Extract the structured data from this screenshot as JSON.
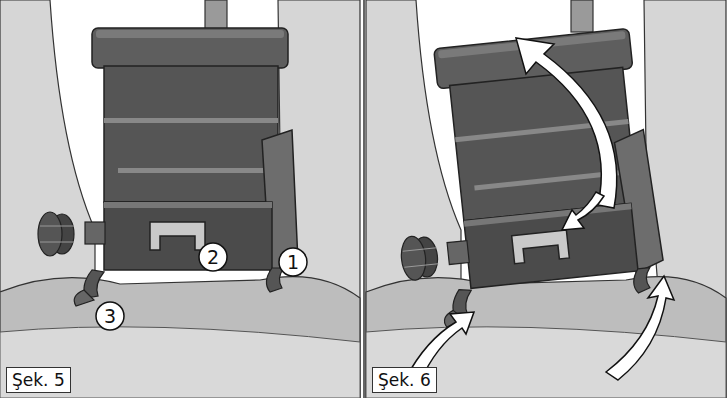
{
  "diagram": {
    "labels": [
      "2",
      "1",
      "3",
      "Şek. 5",
      "Şek. 6"
    ]
  }
}
